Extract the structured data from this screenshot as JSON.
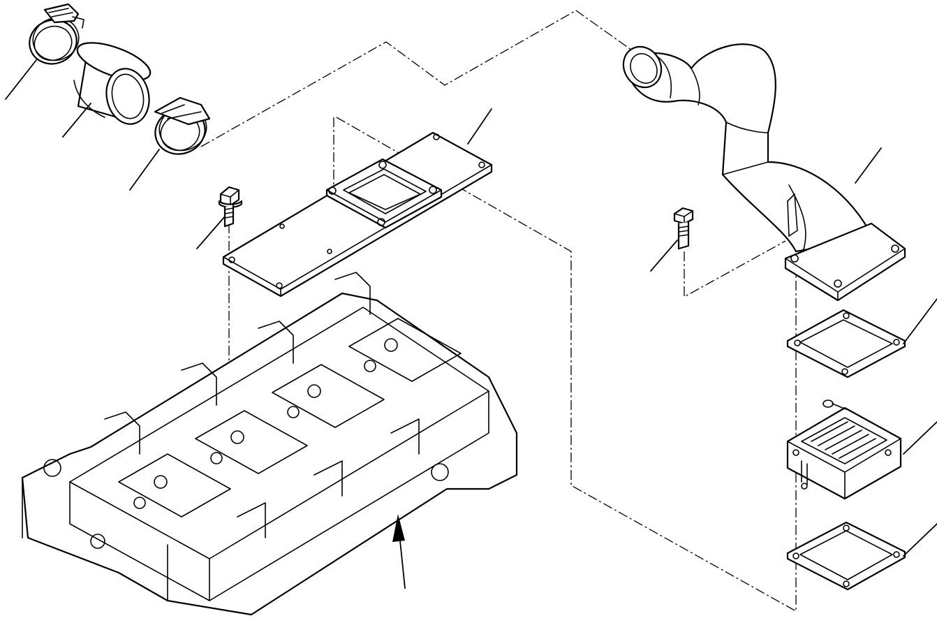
{
  "diagram": {
    "parts": [
      {
        "key": "hose-clamp-upper",
        "icon": "hose-clamp-icon"
      },
      {
        "key": "rubber-sleeve",
        "icon": "sleeve-icon"
      },
      {
        "key": "hose-clamp-lower",
        "icon": "hose-clamp-icon"
      },
      {
        "key": "cover-plate",
        "icon": "plate-icon"
      },
      {
        "key": "flange-bolt-left",
        "icon": "bolt-icon"
      },
      {
        "key": "intake-manifold-pipe",
        "icon": "pipe-icon"
      },
      {
        "key": "flange-bolt-right",
        "icon": "bolt-icon"
      },
      {
        "key": "gasket-upper",
        "icon": "gasket-icon"
      },
      {
        "key": "grid-heater",
        "icon": "heater-icon"
      },
      {
        "key": "gasket-lower",
        "icon": "gasket-icon"
      },
      {
        "key": "cylinder-head",
        "icon": "cylinder-head-icon"
      }
    ],
    "direction_arrow": {
      "icon": "arrow-up-icon"
    }
  }
}
